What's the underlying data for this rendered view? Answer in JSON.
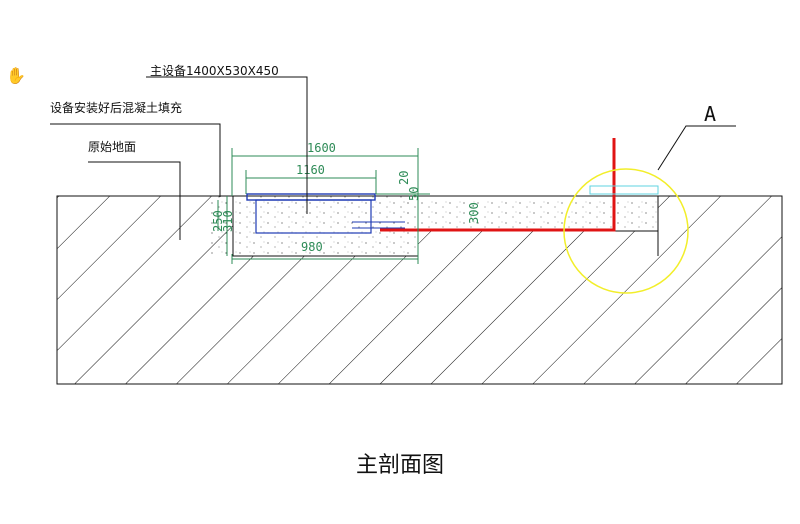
{
  "labels": {
    "main_equipment": "主设备1400X530X450",
    "fill_note": "设备安装好后混凝土填充",
    "original_ground": "原始地面",
    "callout": "A"
  },
  "dimensions": {
    "d1600": "1600",
    "d1160": "1160",
    "d980": "980",
    "d300": "300",
    "d20": "20",
    "d50": "50",
    "d250": "250",
    "d310": "310"
  },
  "caption": "主剖面图",
  "icons": {
    "cursor": "hand-icon"
  },
  "colors": {
    "line": "#111111",
    "equipment": "#1f3bb3",
    "dimension": "#2e8b57",
    "pipe": "#e01414",
    "highlight": "#f2ee2a",
    "detail": "#5fd3e0"
  }
}
